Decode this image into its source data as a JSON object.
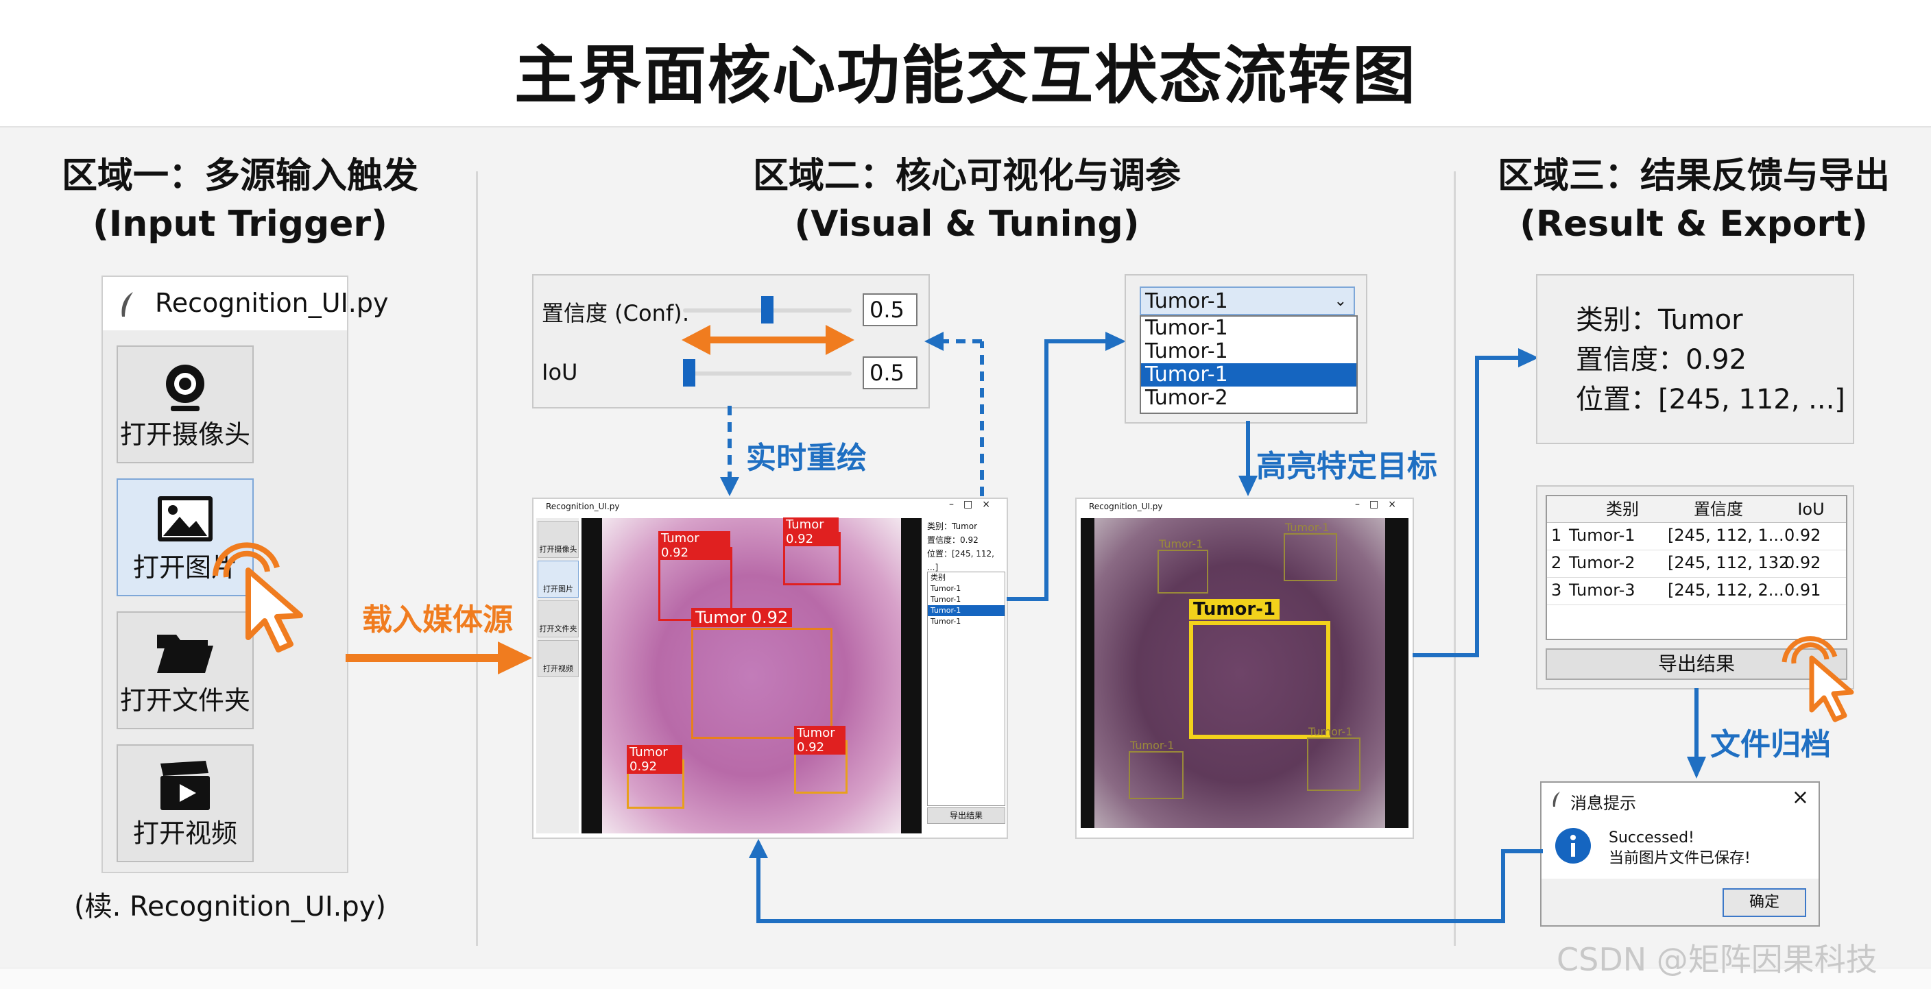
{
  "title": "主界面核心功能交互状态流转图",
  "regions": [
    {
      "title_cn": "区域一：多源输入触发",
      "title_en": "(Input Trigger)"
    },
    {
      "title_cn": "区域二：核心可视化与调参",
      "title_en": "(Visual & Tuning)"
    },
    {
      "title_cn": "区域三：结果反馈与导出",
      "title_en": "(Result & Export)"
    }
  ],
  "input_window": {
    "title": "Recognition_UI.py",
    "buttons": [
      {
        "label": "打开摄像头",
        "icon": "webcam-icon"
      },
      {
        "label": "打开图片",
        "icon": "image-icon"
      },
      {
        "label": "打开文件夹",
        "icon": "folder-icon"
      },
      {
        "label": "打开视频",
        "icon": "video-clapper-icon"
      }
    ],
    "caption": "(椟. Recognition_UI.py)"
  },
  "arrows": {
    "load_media": "载入媒体源",
    "realtime_redraw": "实时重绘",
    "highlight_target": "高亮特定目标",
    "file_archive": "文件归档"
  },
  "sliders": {
    "conf_label": "置信度 (Conf):",
    "conf_value": "0.5",
    "conf_level": 0.5,
    "iou_label": "IoU",
    "iou_value": "0.5",
    "iou_level": 0.0
  },
  "dropdown": {
    "selected": "Tumor-1",
    "options": [
      "Tumor-1",
      "Tumor-1",
      "Tumor-1",
      "Tumor-2"
    ],
    "highlighted_index": 2
  },
  "mini_window": {
    "title": "Recognition_UI.py",
    "side_buttons": [
      "打开摄像头",
      "打开图片",
      "打开文件夹",
      "打开视频"
    ],
    "info_lines": [
      "类别：Tumor",
      "置信度：0.92",
      "位置：[245, 112, ...]"
    ],
    "list_header": "类别",
    "list_items": [
      "Tumor-1",
      "Tumor-1",
      "Tumor-1",
      "Tumor-1"
    ],
    "export_label": "导出结果",
    "boxes": [
      "Tumor 0.92",
      "Tumor 0.92",
      "Tumor 0.92",
      "Tumor 0.92",
      "Tumor 0.92"
    ]
  },
  "highlight_window": {
    "title": "Recognition_UI.py",
    "main_label": "Tumor-1",
    "faded_labels": [
      "Tumor-1",
      "Tumor-1",
      "Tumor-1",
      "Tumor-1"
    ]
  },
  "result_info": {
    "lines": [
      "类别：Tumor",
      "置信度：0.92",
      "位置：[245, 112, ...]"
    ]
  },
  "result_table": {
    "headers": [
      "类别",
      "置信度",
      "IoU"
    ],
    "rows": [
      {
        "idx": "1",
        "cls": "Tumor-1",
        "pos": "[245, 112, 1...",
        "iou": "0.92"
      },
      {
        "idx": "2",
        "cls": "Tumor-2",
        "pos": "[245, 112, 132",
        "iou": "0.92"
      },
      {
        "idx": "3",
        "cls": "Tumor-3",
        "pos": "[245, 112, 2...",
        "iou": "0.91"
      }
    ],
    "export_button": "导出结果"
  },
  "message_box": {
    "title": "消息提示",
    "line1": "Successed!",
    "line2": "当前图片文件已保存!",
    "ok_button": "确定"
  },
  "watermark": "CSDN @矩阵因果科技",
  "colors": {
    "orange": "#f07c1f",
    "blue": "#1f6fc2",
    "red_box": "#e02020",
    "yellow_box": "#f2d21b"
  }
}
